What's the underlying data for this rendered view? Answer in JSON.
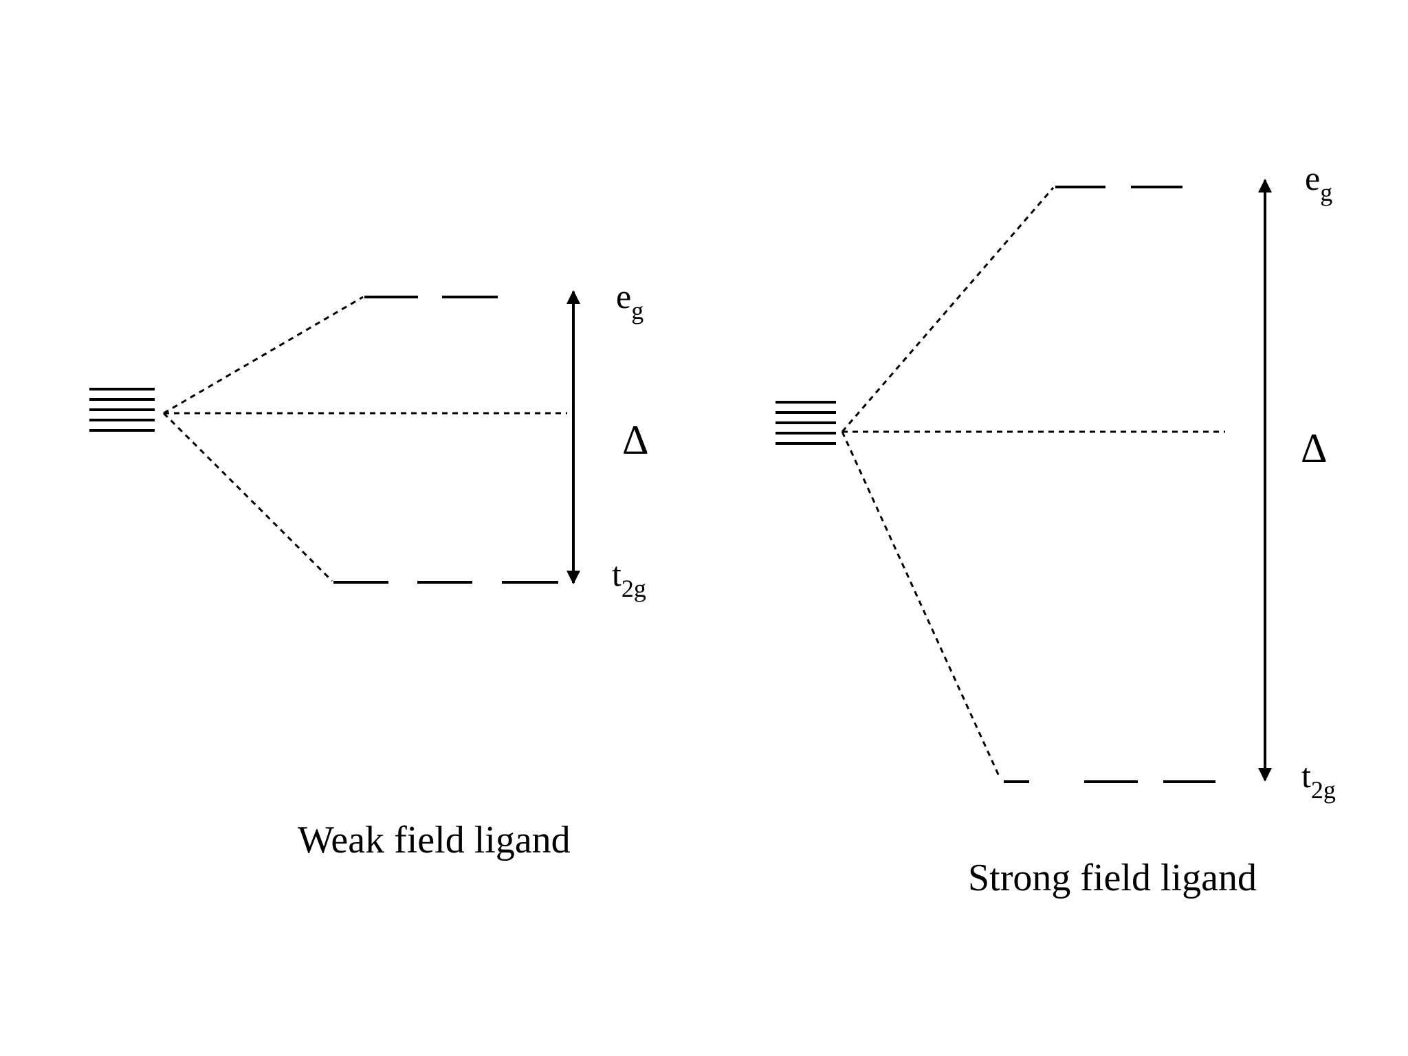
{
  "diagrams": [
    {
      "caption": "Weak field ligand",
      "upper_level": {
        "label_main": "e",
        "label_sub": "g"
      },
      "lower_level": {
        "label_main": "t",
        "label_sub": "2g"
      },
      "gap_symbol": "Δ"
    },
    {
      "caption": "Strong field ligand",
      "upper_level": {
        "label_main": "e",
        "label_sub": "g"
      },
      "lower_level": {
        "label_main": "t",
        "label_sub": "2g"
      },
      "gap_symbol": "Δ"
    }
  ]
}
